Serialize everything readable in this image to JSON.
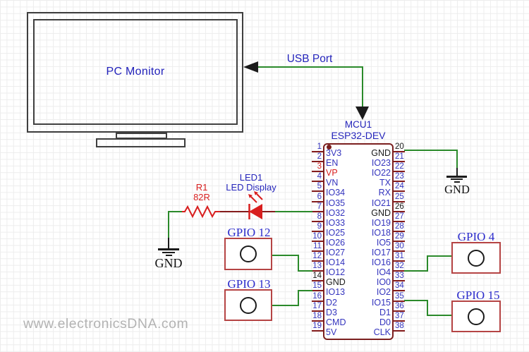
{
  "page": {
    "watermark": "www.electronicsDNA.com"
  },
  "colors": {
    "wire_green": "#2B8A2B",
    "component_maroon": "#841C1C",
    "accent_red": "#D81E1E",
    "label_blue": "#2525BB",
    "pin_blue": "#3434BE",
    "connector_red": "#B54444",
    "black": "#1b1b1b",
    "watermark_gray": "#B3B3B3"
  },
  "monitor": {
    "label": "PC Monitor"
  },
  "usb": {
    "label": "USB Port"
  },
  "mcu": {
    "ref": "MCU1",
    "part": "ESP32-DEV",
    "left_pins": [
      {
        "num": "1",
        "name": "3V3"
      },
      {
        "num": "2",
        "name": "EN"
      },
      {
        "num": "3",
        "name": "VP",
        "color": "red"
      },
      {
        "num": "4",
        "name": "VN"
      },
      {
        "num": "5",
        "name": "IO34"
      },
      {
        "num": "6",
        "name": "IO35"
      },
      {
        "num": "7",
        "name": "IO32"
      },
      {
        "num": "8",
        "name": "IO33"
      },
      {
        "num": "9",
        "name": "IO25"
      },
      {
        "num": "10",
        "name": "IO26"
      },
      {
        "num": "11",
        "name": "IO27"
      },
      {
        "num": "12",
        "name": "IO14"
      },
      {
        "num": "13",
        "name": "IO12"
      },
      {
        "num": "14",
        "name": "GND",
        "color": "black"
      },
      {
        "num": "15",
        "name": "IO13"
      },
      {
        "num": "16",
        "name": "D2"
      },
      {
        "num": "17",
        "name": "D3"
      },
      {
        "num": "18",
        "name": "CMD"
      },
      {
        "num": "19",
        "name": "5V"
      }
    ],
    "right_pins": [
      {
        "num": "20",
        "name": "GND",
        "color": "black"
      },
      {
        "num": "21",
        "name": "IO23"
      },
      {
        "num": "22",
        "name": "IO22"
      },
      {
        "num": "23",
        "name": "TX"
      },
      {
        "num": "24",
        "name": "RX"
      },
      {
        "num": "25",
        "name": "IO21"
      },
      {
        "num": "26",
        "name": "GND",
        "color": "black"
      },
      {
        "num": "27",
        "name": "IO19"
      },
      {
        "num": "28",
        "name": "IO18"
      },
      {
        "num": "29",
        "name": "IO5"
      },
      {
        "num": "30",
        "name": "IO17"
      },
      {
        "num": "31",
        "name": "IO16"
      },
      {
        "num": "32",
        "name": "IO4"
      },
      {
        "num": "33",
        "name": "IO0"
      },
      {
        "num": "34",
        "name": "IO2"
      },
      {
        "num": "35",
        "name": "IO15"
      },
      {
        "num": "36",
        "name": "D1"
      },
      {
        "num": "37",
        "name": "D0"
      },
      {
        "num": "38",
        "name": "CLK"
      }
    ]
  },
  "resistor": {
    "ref": "R1",
    "value": "82R"
  },
  "led": {
    "ref": "LED1",
    "desc": "LED Display"
  },
  "gnd": {
    "left": "GND",
    "right": "GND"
  },
  "connectors": [
    {
      "label": "GPIO 12"
    },
    {
      "label": "GPIO 13"
    },
    {
      "label": "GPIO 4"
    },
    {
      "label": "GPIO 15"
    }
  ]
}
